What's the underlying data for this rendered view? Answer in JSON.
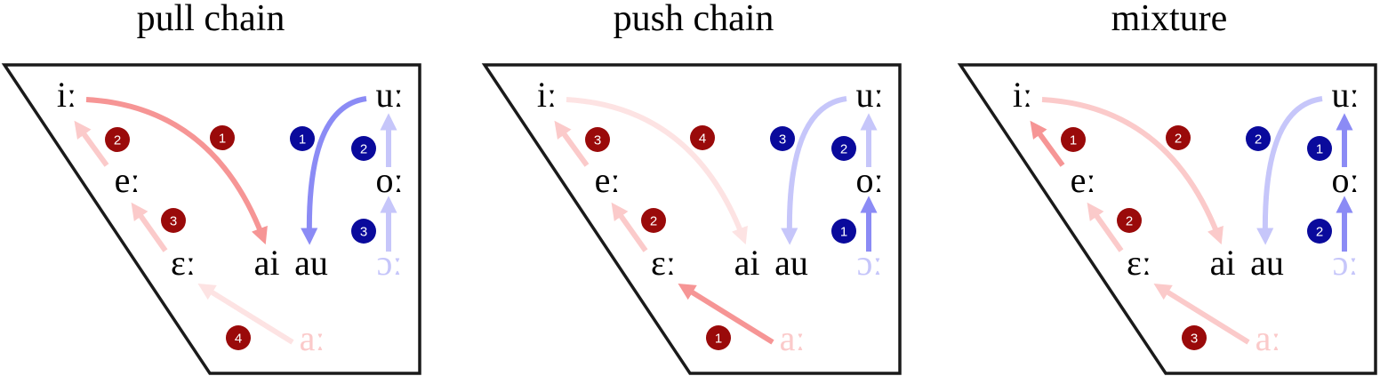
{
  "colors": {
    "red_strong": "#f69595",
    "red_light": "#fbcaca",
    "red_faint": "#fde3e3",
    "blue_strong": "#8b8bf5",
    "blue_light": "#c6c6fa",
    "badge_red": "#9a0a0a",
    "badge_blue": "#0a0a9c",
    "outline": "#1a1a1a"
  },
  "panels": [
    {
      "title": "pull chain",
      "vowels": {
        "ii": "iː",
        "ee": "eː",
        "eps": "ɛː",
        "aa": "aː",
        "ai": "ai",
        "au": "au",
        "uu": "uː",
        "oo": "oː",
        "open_o": "ɔː"
      },
      "vowel_styles": {
        "aa": "faded",
        "open_o": "faded"
      },
      "steps": {
        "ii_ai": {
          "number": "1",
          "intensity": "strong"
        },
        "ee_ii": {
          "number": "2",
          "intensity": "light"
        },
        "eps_ee": {
          "number": "3",
          "intensity": "light"
        },
        "aa_eps": {
          "number": "4",
          "intensity": "faint"
        },
        "uu_au": {
          "number": "1",
          "intensity": "strong"
        },
        "oo_uu": {
          "number": "2",
          "intensity": "light"
        },
        "openo_oo": {
          "number": "3",
          "intensity": "light"
        }
      }
    },
    {
      "title": "push chain",
      "vowels": {
        "ii": "iː",
        "ee": "eː",
        "eps": "ɛː",
        "aa": "aː",
        "ai": "ai",
        "au": "au",
        "uu": "uː",
        "oo": "oː",
        "open_o": "ɔː"
      },
      "vowel_styles": {
        "aa": "faded",
        "open_o": "faded"
      },
      "steps": {
        "ii_ai": {
          "number": "4",
          "intensity": "faint"
        },
        "ee_ii": {
          "number": "3",
          "intensity": "light"
        },
        "eps_ee": {
          "number": "2",
          "intensity": "light"
        },
        "aa_eps": {
          "number": "1",
          "intensity": "strong"
        },
        "uu_au": {
          "number": "3",
          "intensity": "light"
        },
        "oo_uu": {
          "number": "2",
          "intensity": "light"
        },
        "openo_oo": {
          "number": "1",
          "intensity": "strong"
        }
      }
    },
    {
      "title": "mixture",
      "vowels": {
        "ii": "iː",
        "ee": "eː",
        "eps": "ɛː",
        "aa": "aː",
        "ai": "ai",
        "au": "au",
        "uu": "uː",
        "oo": "oː",
        "open_o": "ɔː"
      },
      "vowel_styles": {
        "aa": "faded",
        "open_o": "faded"
      },
      "steps": {
        "ii_ai": {
          "number": "2",
          "intensity": "light"
        },
        "ee_ii": {
          "number": "1",
          "intensity": "strong"
        },
        "eps_ee": {
          "number": "2",
          "intensity": "light"
        },
        "aa_eps": {
          "number": "3",
          "intensity": "light"
        },
        "uu_au": {
          "number": "2",
          "intensity": "light"
        },
        "oo_uu": {
          "number": "1",
          "intensity": "strong"
        },
        "openo_oo": {
          "number": "2",
          "intensity": "strong"
        }
      }
    }
  ]
}
